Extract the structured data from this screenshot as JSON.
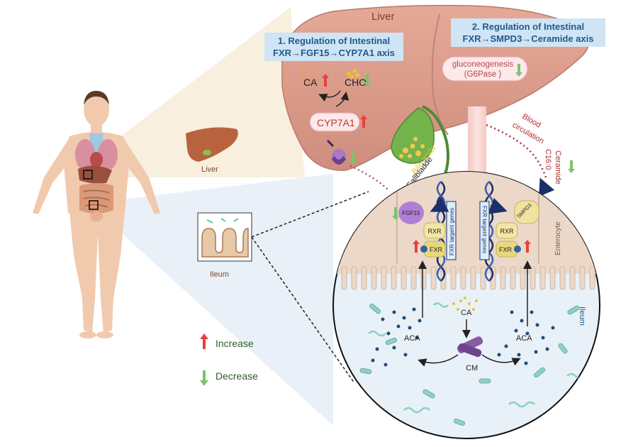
{
  "title_box_1": {
    "line1": "1. Regulation of Intestinal",
    "line2": "FXR→FGF15→CYP7A1 axis"
  },
  "title_box_2": {
    "line1": "2. Regulation of Intestinal",
    "line2": "FXR→SMPD3→Ceramide axis"
  },
  "liver": {
    "label": "Liver",
    "ca": "CA",
    "cho": "CHO",
    "cyp7a1": "CYP7A1",
    "gluconeogenesis": "gluconeogenesis",
    "g6pase": "(G6Pase )",
    "bile_acids": "Bile acids",
    "gallbladder": "Gallbladde"
  },
  "circulation": {
    "blood": "Blood",
    "circulation": "circulation",
    "c16": "C16:0",
    "ceramide": "Ceramide"
  },
  "small_liver_label": "Liver",
  "ileum_small_label": "Ileum",
  "circle": {
    "fgf15": "FGF15",
    "smpd3": "SMPD3",
    "rxr_left": "RXR",
    "fxr_left": "FXR",
    "rxr_right": "RXR",
    "fxr_right": "FXR",
    "target_left": "FXR targent genes",
    "target_right": "FXR targent genes",
    "enterocyte": "Enterocyte",
    "ileum": "Ileum",
    "ca": "CA",
    "aca_left": "ACA",
    "aca_right": "ACA",
    "cm": "CM"
  },
  "legend": {
    "increase": "Increase",
    "decrease": "Decrease"
  },
  "colors": {
    "increase": "#e8413c",
    "decrease": "#7cc36a",
    "title_bg": "#cfe4f4",
    "title_text": "#1f5a8e",
    "liver": "#d99a8c",
    "fxr": "#e8d87a",
    "rxr": "#f2e6a6"
  }
}
